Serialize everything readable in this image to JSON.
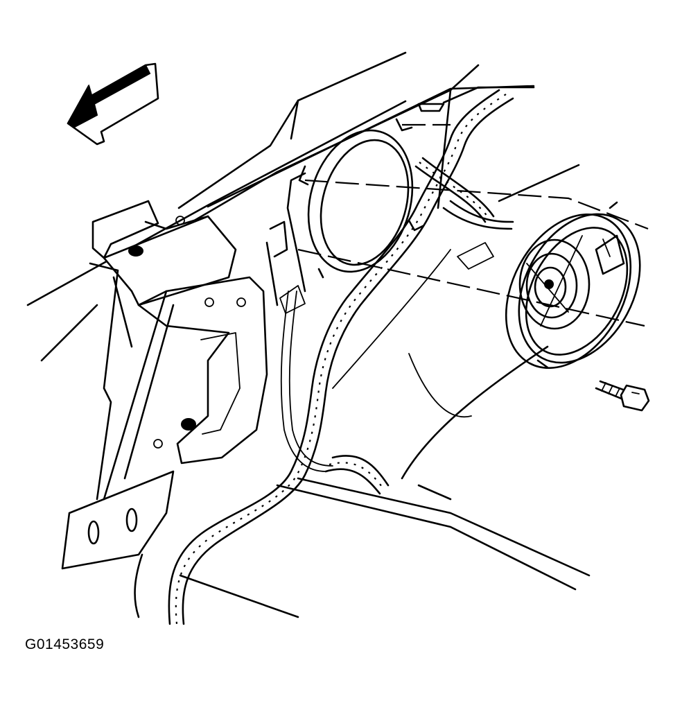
{
  "figure": {
    "id_label": "G01453659"
  },
  "components": {
    "direction_arrow": "forward-direction-arrow",
    "speaker": "rear-speaker",
    "speaker_bolt": "speaker-bolt",
    "wiring_harness": "wiring-harness",
    "speaker_opening": "speaker-opening",
    "rear_quarter_panel": "rear-quarter-panel",
    "mounting_bracket": "mounting-bracket"
  }
}
